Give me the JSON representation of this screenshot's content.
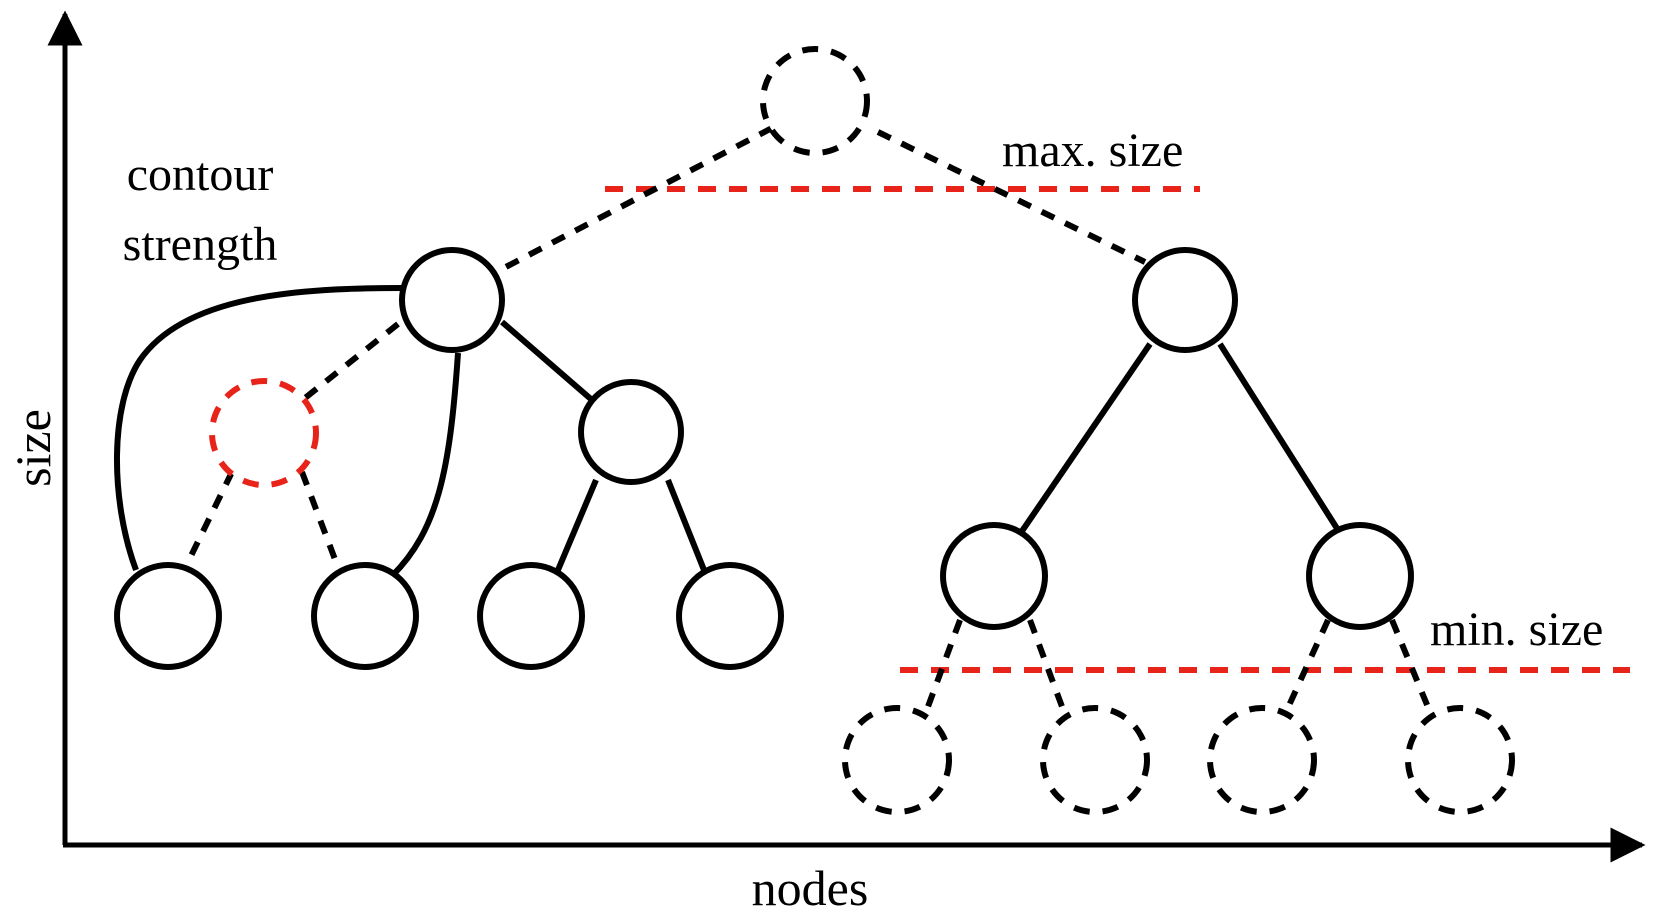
{
  "labels": {
    "y_axis": "size",
    "x_axis": "nodes",
    "contour_line1": "contour",
    "contour_line2": "strength",
    "max_size": "max. size",
    "min_size": "min. size"
  },
  "colors": {
    "stroke": "#000000",
    "threshold": "#e8231a",
    "background": "#ffffff"
  },
  "nodes": [
    {
      "id": "root",
      "style": "dashed"
    },
    {
      "id": "left-parent",
      "style": "solid"
    },
    {
      "id": "right-parent",
      "style": "solid"
    },
    {
      "id": "pruned-node",
      "style": "dashed-red"
    },
    {
      "id": "mid-node",
      "style": "solid"
    },
    {
      "id": "leaf-1",
      "style": "solid"
    },
    {
      "id": "leaf-2",
      "style": "solid"
    },
    {
      "id": "leaf-3",
      "style": "solid"
    },
    {
      "id": "leaf-4",
      "style": "solid"
    },
    {
      "id": "right-child-a",
      "style": "solid"
    },
    {
      "id": "right-child-b",
      "style": "solid"
    },
    {
      "id": "small-1",
      "style": "dashed"
    },
    {
      "id": "small-2",
      "style": "dashed"
    },
    {
      "id": "small-3",
      "style": "dashed"
    },
    {
      "id": "small-4",
      "style": "dashed"
    }
  ],
  "edges": [
    {
      "from": "root",
      "to": "left-parent",
      "style": "dashed"
    },
    {
      "from": "root",
      "to": "right-parent",
      "style": "dashed"
    },
    {
      "from": "left-parent",
      "to": "pruned-node",
      "style": "dashed"
    },
    {
      "from": "left-parent",
      "to": "mid-node",
      "style": "solid"
    },
    {
      "from": "left-parent",
      "to": "leaf-1",
      "style": "solid-curve"
    },
    {
      "from": "left-parent",
      "to": "leaf-2",
      "style": "solid-curve"
    },
    {
      "from": "pruned-node",
      "to": "leaf-1",
      "style": "dashed"
    },
    {
      "from": "pruned-node",
      "to": "leaf-2",
      "style": "dashed"
    },
    {
      "from": "mid-node",
      "to": "leaf-3",
      "style": "solid"
    },
    {
      "from": "mid-node",
      "to": "leaf-4",
      "style": "solid"
    },
    {
      "from": "right-parent",
      "to": "right-child-a",
      "style": "solid"
    },
    {
      "from": "right-parent",
      "to": "right-child-b",
      "style": "solid"
    },
    {
      "from": "right-child-a",
      "to": "small-1",
      "style": "dashed"
    },
    {
      "from": "right-child-a",
      "to": "small-2",
      "style": "dashed"
    },
    {
      "from": "right-child-b",
      "to": "small-3",
      "style": "dashed"
    },
    {
      "from": "right-child-b",
      "to": "small-4",
      "style": "dashed"
    }
  ]
}
